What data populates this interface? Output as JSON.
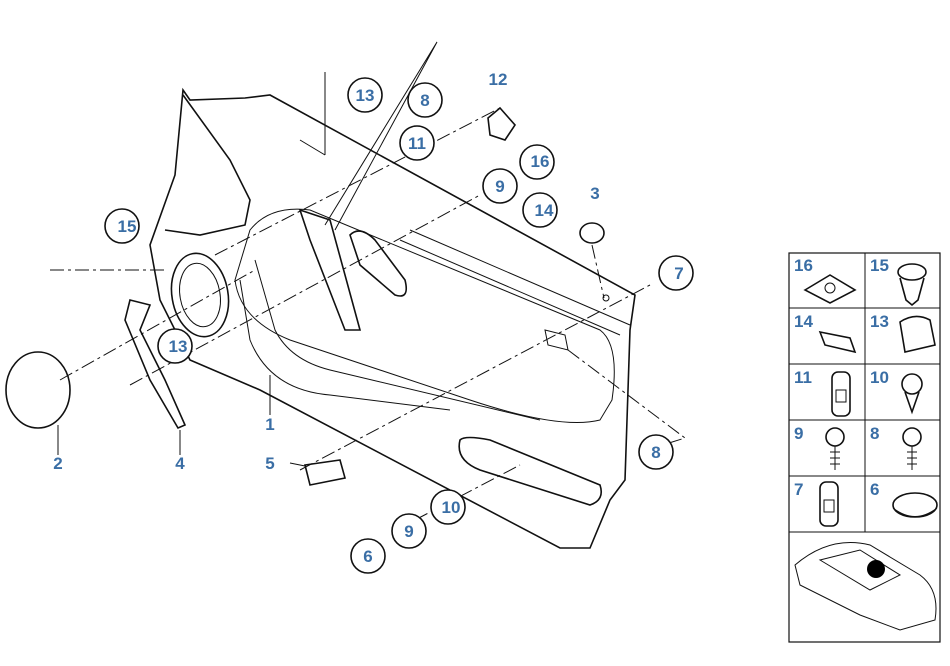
{
  "callouts": {
    "c13a": "13",
    "c8a": "8",
    "c11a": "11",
    "c12": "12",
    "c16": "16",
    "c9a": "9",
    "c14": "14",
    "c3": "3",
    "c7": "7",
    "c15": "15",
    "c13b": "13",
    "c1": "1",
    "c2": "2",
    "c4": "4",
    "c5": "5",
    "c8b": "8",
    "c10": "10",
    "c9b": "9",
    "c6": "6"
  },
  "legend": {
    "r1l": "16",
    "r1r": "15",
    "r2l": "14",
    "r2r": "13",
    "r3l": "11",
    "r3r": "10",
    "r4l": "9",
    "r4r": "8",
    "r5l": "7",
    "r5r": "6"
  }
}
